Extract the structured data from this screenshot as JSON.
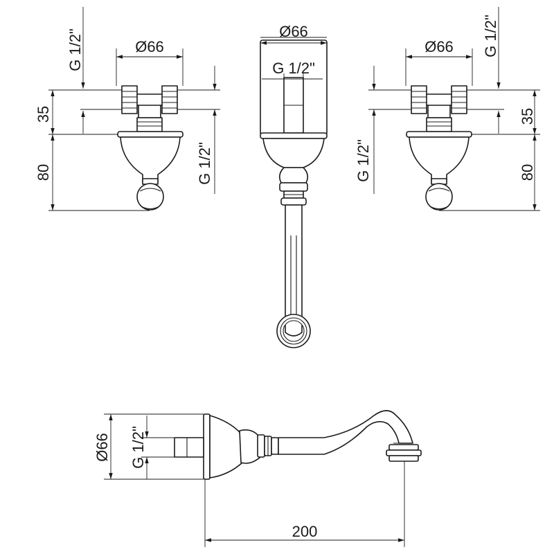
{
  "labels": {
    "dia": "Ø66",
    "g": "G 1/2\"",
    "d35": "35",
    "d80": "80",
    "d200": "200"
  }
}
